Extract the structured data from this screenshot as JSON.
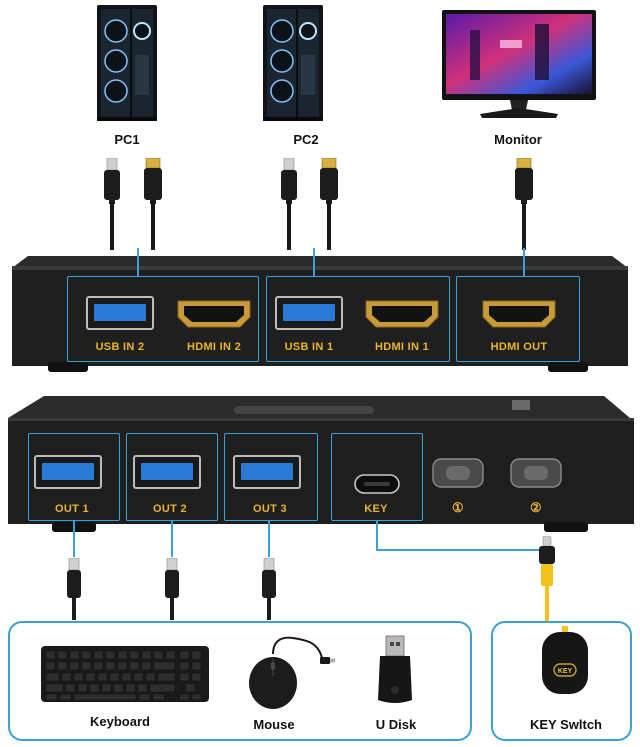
{
  "devices": {
    "pc1": "PC1",
    "pc2": "PC2",
    "monitor": "Monitor"
  },
  "top_panel": {
    "ports": [
      "USB IN 2",
      "HDMI IN 2",
      "USB IN 1",
      "HDMI IN 1",
      "HDMI OUT"
    ]
  },
  "front_panel": {
    "ports": [
      "OUT 1",
      "OUT 2",
      "OUT 3",
      "KEY"
    ],
    "buttons": [
      "①",
      "②"
    ]
  },
  "peripherals": {
    "keyboard": "Keyboard",
    "mouse": "Mouse",
    "udisk": "U Disk",
    "key_switch": "KEY Swltch"
  },
  "colors": {
    "accent_blue": "#3aa0d8",
    "port_label_gold": "#e8b530",
    "usb_blue": "#2a7ad6",
    "case_dark": "#1e1e1e",
    "cable_yellow": "#f2c21b"
  },
  "icons": [
    "pc-tower-icon",
    "monitor-icon",
    "usb-port-icon",
    "hdmi-port-icon",
    "usb-c-port-icon",
    "keyboard-icon",
    "mouse-icon",
    "usb-drive-icon",
    "key-switch-icon"
  ]
}
